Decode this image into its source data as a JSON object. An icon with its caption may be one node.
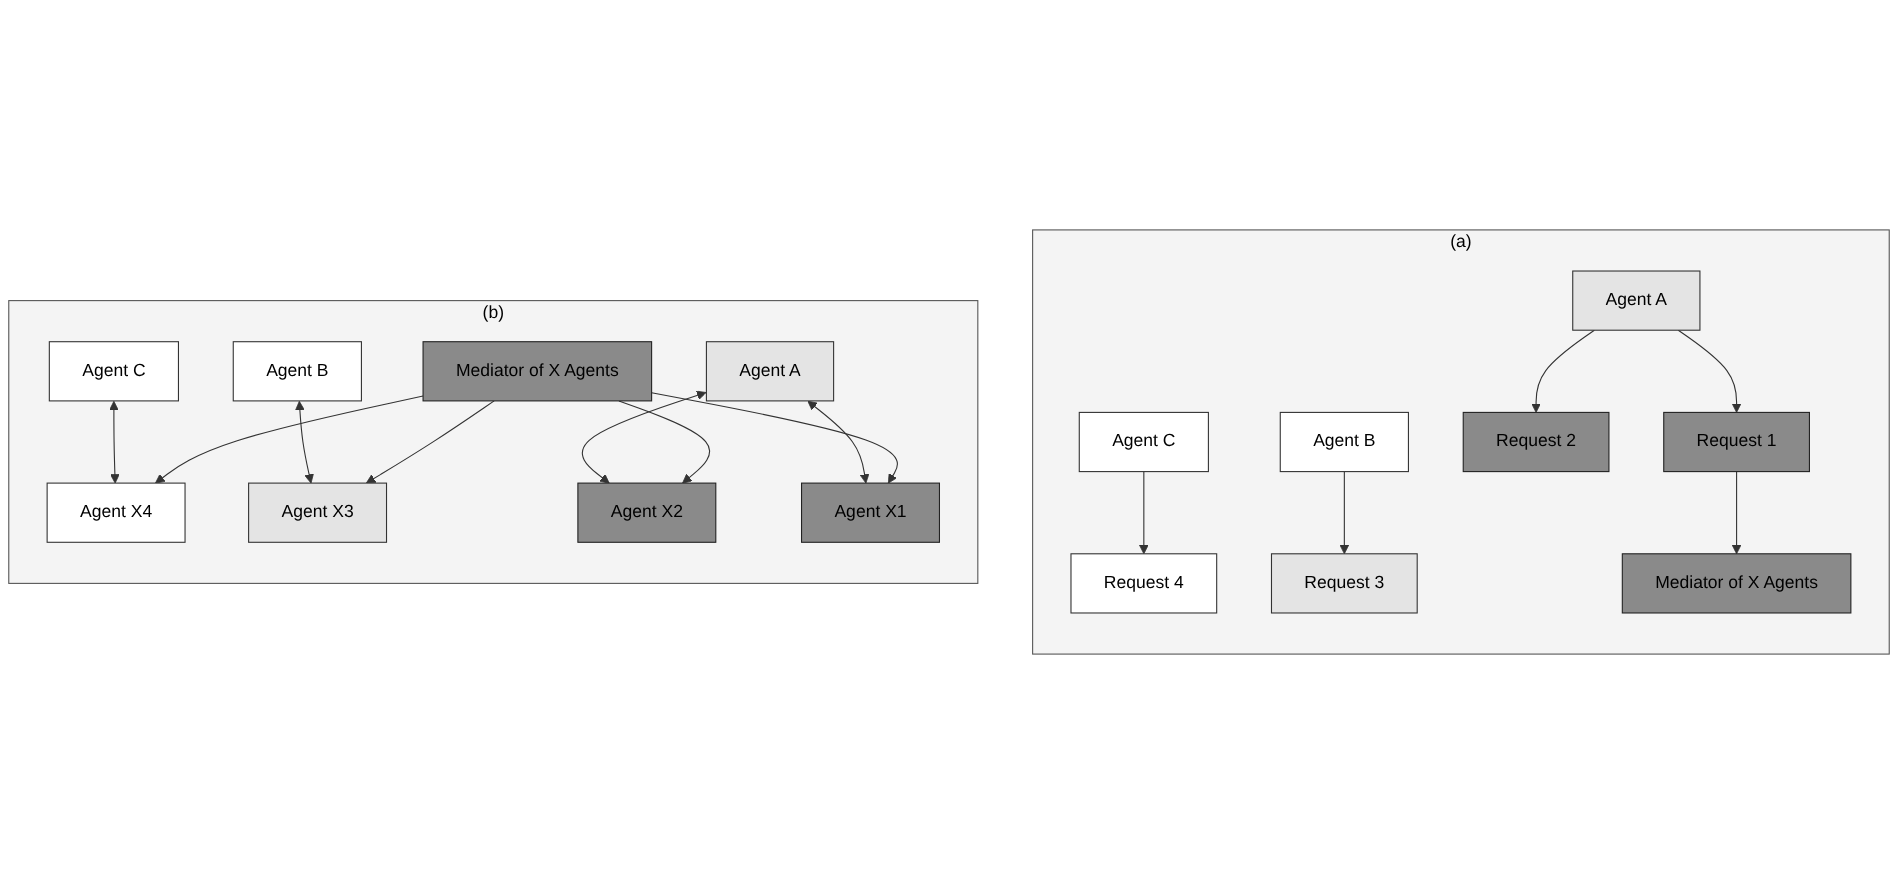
{
  "diagram": {
    "nodes": [
      {
        "text": [
          "(a)"
        ]
      },
      {
        "text": [
          "Agent C"
        ],
        "in": 0
      },
      {
        "text": [
          "Agent B"
        ],
        "in": 0
      },
      {
        "text": [
          "Request 4"
        ],
        "in": 0
      },
      {
        "text": [
          "Request 3"
        ],
        "in": 0
      },
      {
        "text": [
          "Agent A"
        ],
        "in": 0
      },
      {
        "text": [
          "Request 2"
        ],
        "in": 0
      },
      {
        "text": [
          "Request 1"
        ],
        "in": 0
      },
      {
        "text": [
          "Mediator of X Agents"
        ],
        "in": 0
      },
      {
        "text": [
          "(b)"
        ]
      },
      {
        "text": [
          "Agent C"
        ],
        "in": 9
      },
      {
        "text": [
          "Agent B"
        ],
        "in": 9
      },
      {
        "text": [
          "Agent X4"
        ],
        "in": 9
      },
      {
        "text": [
          "Agent X3"
        ],
        "in": 9
      },
      {
        "text": [
          "Agent A"
        ],
        "in": 9
      },
      {
        "text": [
          "Agent X2"
        ],
        "in": 9
      },
      {
        "text": [
          "Agent X1"
        ],
        "in": 9
      },
      {
        "text": [
          "Mediator of X Agents"
        ],
        "in": 9
      }
    ],
    "edges": [
      {
        "from": 1,
        "to": 3,
        "arrow": "to"
      },
      {
        "from": 2,
        "to": 4,
        "arrow": "to"
      },
      {
        "from": 5,
        "to": 6,
        "arrow": "to"
      },
      {
        "from": 5,
        "to": 7,
        "arrow": "to"
      },
      {
        "from": 7,
        "to": 8,
        "arrow": "to"
      },
      {
        "from": 10,
        "to": 12,
        "arrow": "both"
      },
      {
        "from": 11,
        "to": 13,
        "arrow": "both"
      },
      {
        "from": 14,
        "to": 15,
        "arrow": "both"
      },
      {
        "from": 14,
        "to": 16,
        "arrow": "both"
      },
      {
        "from": 17,
        "to": 12,
        "arrow": "to"
      },
      {
        "from": 17,
        "to": 13,
        "arrow": "to"
      },
      {
        "from": 17,
        "to": 15,
        "arrow": "to"
      },
      {
        "from": 17,
        "to": 16,
        "arrow": "to"
      }
    ]
  }
}
